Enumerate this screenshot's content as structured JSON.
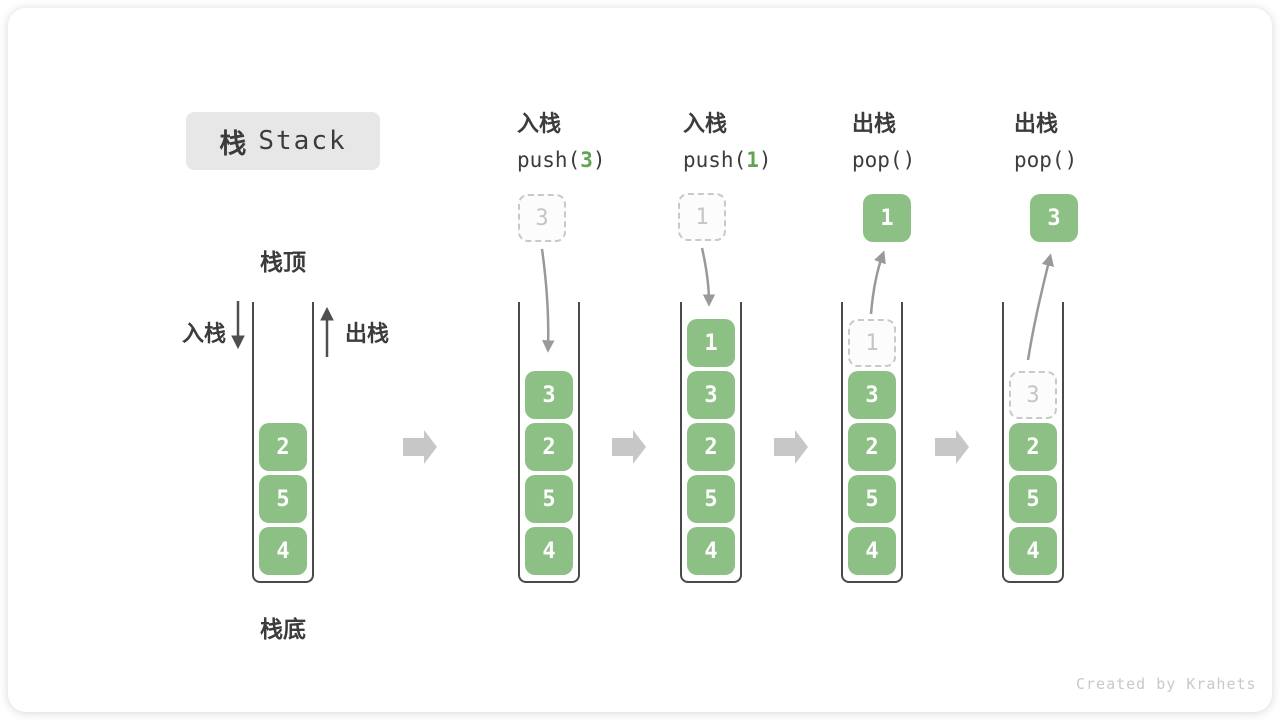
{
  "title": {
    "zh": "栈",
    "en": "Stack"
  },
  "side_labels": {
    "push": "入栈",
    "pop": "出栈",
    "stack_top": "栈顶",
    "stack_bottom": "栈底"
  },
  "operations": [
    {
      "name": "入栈",
      "code_pre": "push(",
      "code_arg": "3",
      "code_post": ")"
    },
    {
      "name": "入栈",
      "code_pre": "push(",
      "code_arg": "1",
      "code_post": ")"
    },
    {
      "name": "出栈",
      "code_pre": "pop()",
      "code_arg": "",
      "code_post": ""
    },
    {
      "name": "出栈",
      "code_pre": "pop()",
      "code_arg": "",
      "code_post": ""
    }
  ],
  "floating_cells": {
    "pushing_value_1": "3",
    "pushing_value_2": "1",
    "popped_value_1": "1",
    "popped_value_2": "3"
  },
  "stacks": [
    {
      "cells": [
        {
          "value": "2"
        },
        {
          "value": "5"
        },
        {
          "value": "4"
        }
      ]
    },
    {
      "cells": [
        {
          "value": "3"
        },
        {
          "value": "2"
        },
        {
          "value": "5"
        },
        {
          "value": "4"
        }
      ]
    },
    {
      "cells": [
        {
          "value": "1"
        },
        {
          "value": "3"
        },
        {
          "value": "2"
        },
        {
          "value": "5"
        },
        {
          "value": "4"
        }
      ]
    },
    {
      "cells": [
        {
          "value": "1",
          "ghost": true
        },
        {
          "value": "3"
        },
        {
          "value": "2"
        },
        {
          "value": "5"
        },
        {
          "value": "4"
        }
      ]
    },
    {
      "cells": [
        {
          "value": "3",
          "ghost": true
        },
        {
          "value": "2"
        },
        {
          "value": "5"
        },
        {
          "value": "4"
        }
      ]
    }
  ],
  "watermark": "Created by Krahets",
  "colors": {
    "cell_green": "#8dc084",
    "code_arg_green": "#64a353",
    "flow_arrow_gray": "#999999",
    "straight_arrow_dark": "#4f4f4f",
    "step_arrow_gray": "#c7c7c7",
    "dark_text": "#3c3c3c",
    "title_bg": "#e7e7e7",
    "ghost_border": "#c9c9c9"
  }
}
